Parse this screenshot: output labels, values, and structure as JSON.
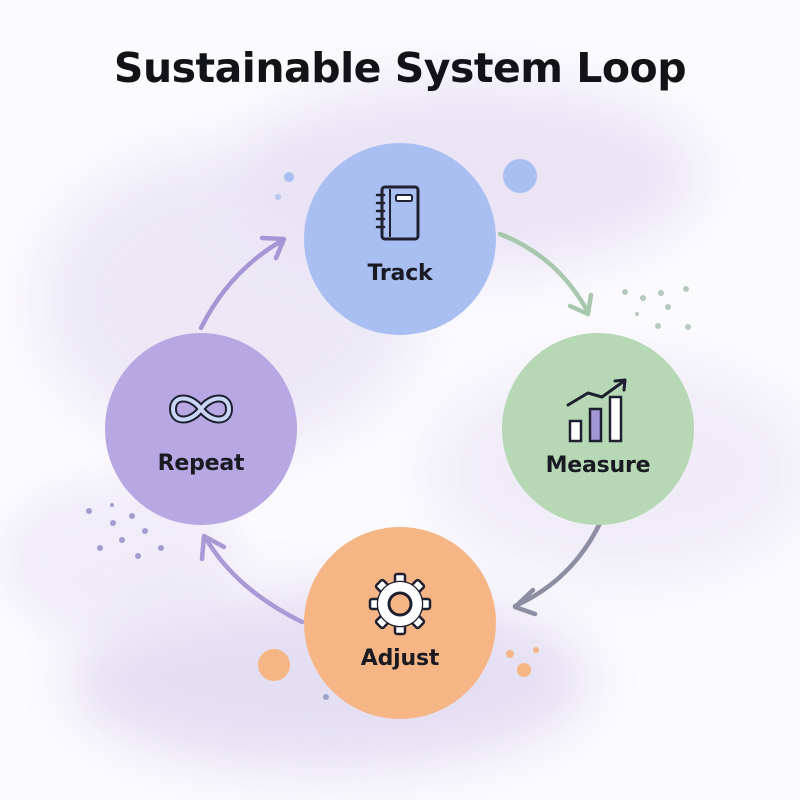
{
  "title": "Sustainable System Loop",
  "colors": {
    "track": "#a9bff2",
    "measure": "#b6d8b5",
    "adjust": "#f6b584",
    "repeat": "#b7a8e3",
    "arrow_track_measure": "#a8c8ad",
    "arrow_measure_adjust": "#8d8ea3",
    "arrow_adjust_repeat": "#a99ad6",
    "arrow_repeat_track": "#a597d6"
  },
  "nodes": [
    {
      "id": "track",
      "label": "Track",
      "icon": "notebook-icon"
    },
    {
      "id": "measure",
      "label": "Measure",
      "icon": "bar-chart-growth-icon"
    },
    {
      "id": "adjust",
      "label": "Adjust",
      "icon": "gear-icon"
    },
    {
      "id": "repeat",
      "label": "Repeat",
      "icon": "infinity-icon"
    }
  ]
}
